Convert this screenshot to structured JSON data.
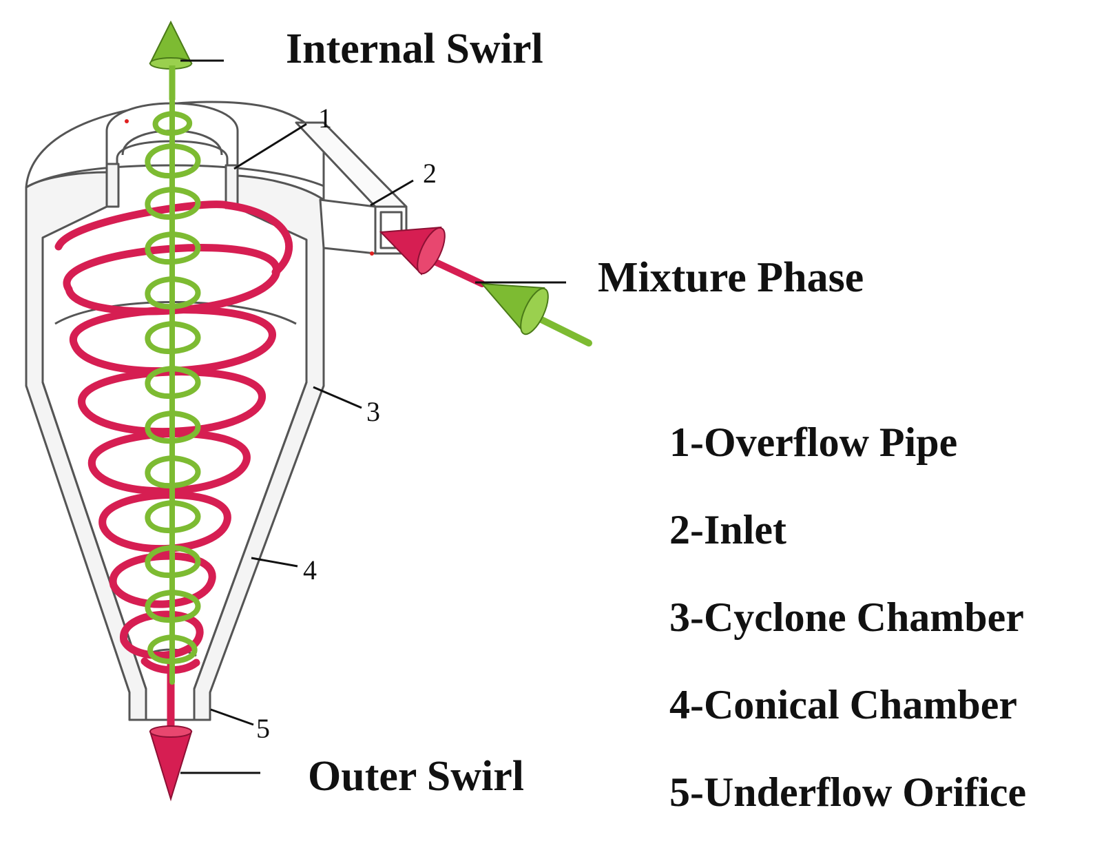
{
  "labels": {
    "internal_swirl": "Internal Swirl",
    "mixture_phase": "Mixture Phase",
    "outer_swirl": "Outer Swirl"
  },
  "part_numbers": [
    "1",
    "2",
    "3",
    "4",
    "5"
  ],
  "legend": [
    "1-Overflow Pipe",
    "2-Inlet",
    "3-Cyclone Chamber",
    "4-Conical Chamber",
    "5-Underflow Orifice"
  ],
  "colors": {
    "inner_swirl": "#7dbb32",
    "inner_swirl_edge": "#4a7a18",
    "outer_swirl": "#d61e52",
    "outer_swirl_edge": "#8c1034",
    "body_stroke": "#555555",
    "body_fill": "#ffffff",
    "body_shade": "#f2f2f2"
  }
}
